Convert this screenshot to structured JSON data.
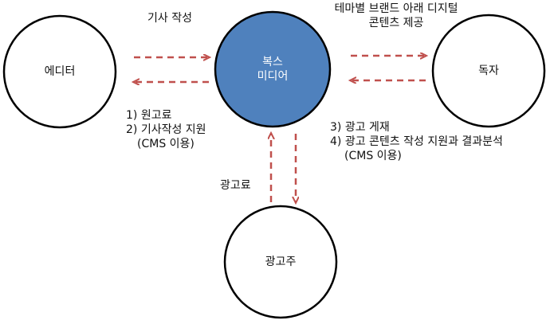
{
  "nodes": {
    "editor": {
      "label": "에디터"
    },
    "boxmedia": {
      "label_line1": "복스",
      "label_line2": "미디어",
      "fill": "#4f81bd"
    },
    "reader": {
      "label": "독자"
    },
    "advertiser": {
      "label": "광고주"
    }
  },
  "edges": {
    "editor_to_box": {
      "label": "기사 작성"
    },
    "box_to_editor": {
      "lines": [
        "1) 원고료",
        "2) 기사작성 지원",
        "(CMS 이용)"
      ]
    },
    "box_to_reader": {
      "lines": [
        "테마별 브랜드 아래 디지털",
        "콘텐츠 제공"
      ]
    },
    "reader_to_box": {
      "lines": [
        "3) 광고 게재",
        "4) 광고 콘텐츠 작성 지원과 결과분석",
        "(CMS 이용)"
      ]
    },
    "advertiser_to_box": {
      "label": "광고료"
    }
  },
  "colors": {
    "arrow": "#c0504d",
    "node_stroke": "#000000"
  }
}
